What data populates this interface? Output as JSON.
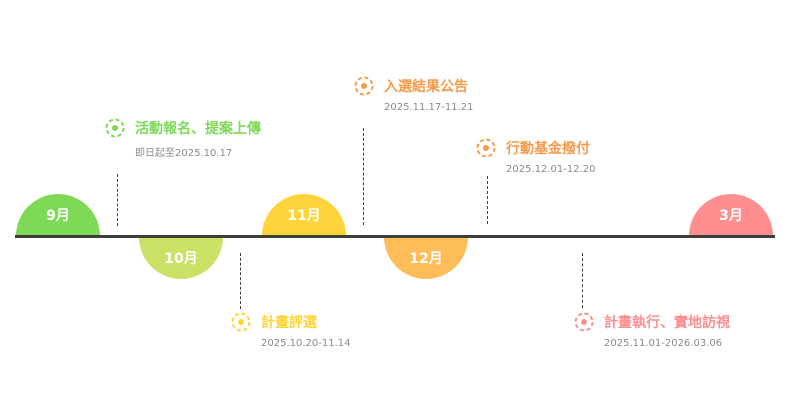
{
  "months": [
    {
      "label": "9月",
      "color": "#7ED957"
    },
    {
      "label": "10月",
      "color": "#C9E265"
    },
    {
      "label": "11月",
      "color": "#FFD43B"
    },
    {
      "label": "12月",
      "color": "#FFBD59"
    },
    {
      "label": "3月",
      "color": "#FF8E8E"
    }
  ],
  "events": [
    {
      "title": "活動報名、提案上傳",
      "date": "即日起至2025.10.17",
      "color": "#7ED957"
    },
    {
      "title": "計畫評選",
      "date": "2025.10.20-11.14",
      "color": "#FFD43B"
    },
    {
      "title": "入選結果公告",
      "date": "2025.11.17-11.21",
      "color": "#F79A4B"
    },
    {
      "title": "行動基金撥付",
      "date": "2025.12.01-12.20",
      "color": "#F79A4B"
    },
    {
      "title": "計畫執行、實地訪視",
      "date": "2025.11.01-2026.03.06",
      "color": "#FF8E8E"
    }
  ]
}
